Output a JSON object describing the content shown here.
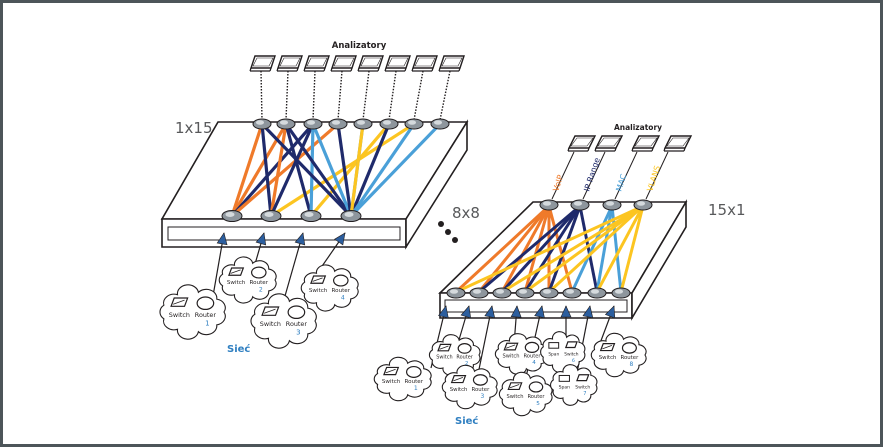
{
  "colors": {
    "frame": "#4d5559",
    "outline": "#231f20",
    "orange": "#ef7a2a",
    "navy": "#1f2a6b",
    "lightblue": "#4aa0d8",
    "yellow": "#fcc521",
    "labelblue": "#2f7fc1",
    "arrowblue": "#2c5e9e",
    "port": "#8e969d"
  },
  "left": {
    "analyzers_label": "Analizatory",
    "device_label": "1x15",
    "network_label": "Sieć",
    "clouds": [
      {
        "switch": "Switch",
        "router": "Router",
        "number": "1"
      },
      {
        "switch": "Switch",
        "router": "Router",
        "number": "2"
      },
      {
        "switch": "Switch",
        "router": "Router",
        "number": "3"
      },
      {
        "switch": "Switch",
        "router": "Router",
        "number": "4"
      }
    ]
  },
  "middle": {
    "label": "8x8"
  },
  "right": {
    "analyzers_label": "Analizatory",
    "device_label": "15x1",
    "network_label": "Sieć",
    "filters": [
      "VoIP",
      "IP Range",
      "MAC",
      "VLANS"
    ],
    "clouds": [
      {
        "left": "Switch",
        "right": "Router",
        "number": "1"
      },
      {
        "left": "Switch",
        "right": "Router",
        "number": "2"
      },
      {
        "left": "Switch",
        "right": "Router",
        "number": "3"
      },
      {
        "left": "Switch",
        "right": "Router",
        "number": "4"
      },
      {
        "left": "Switch",
        "right": "Router",
        "number": "5"
      },
      {
        "left": "Span",
        "right": "Switch",
        "number": "6"
      },
      {
        "left": "Span",
        "right": "Switch",
        "number": "7"
      },
      {
        "left": "Switch",
        "right": "Router",
        "number": "8"
      }
    ]
  }
}
